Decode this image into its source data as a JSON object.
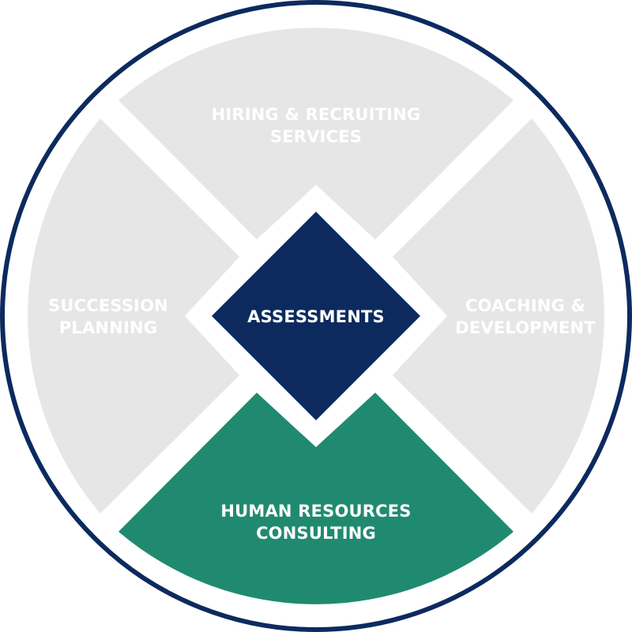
{
  "diagram": {
    "center": {
      "label": "ASSESSMENTS"
    },
    "segments": {
      "top": {
        "line1": "HIRING & RECRUITING",
        "line2": "SERVICES"
      },
      "right": {
        "line1": "COACHING &",
        "line2": "DEVELOPMENT"
      },
      "bottom": {
        "line1": "HUMAN RESOURCES",
        "line2": "CONSULTING"
      },
      "left": {
        "line1": "SUCCESSION",
        "line2": "PLANNING"
      }
    }
  },
  "colors": {
    "outer_ring": "#0c2a5e",
    "center_diamond": "#0c2a5e",
    "inactive_segment": "#e6e6e6",
    "inactive_text": "#ffffff",
    "active_segment": "#208a70",
    "active_text": "#ffffff",
    "background": "#ffffff"
  }
}
